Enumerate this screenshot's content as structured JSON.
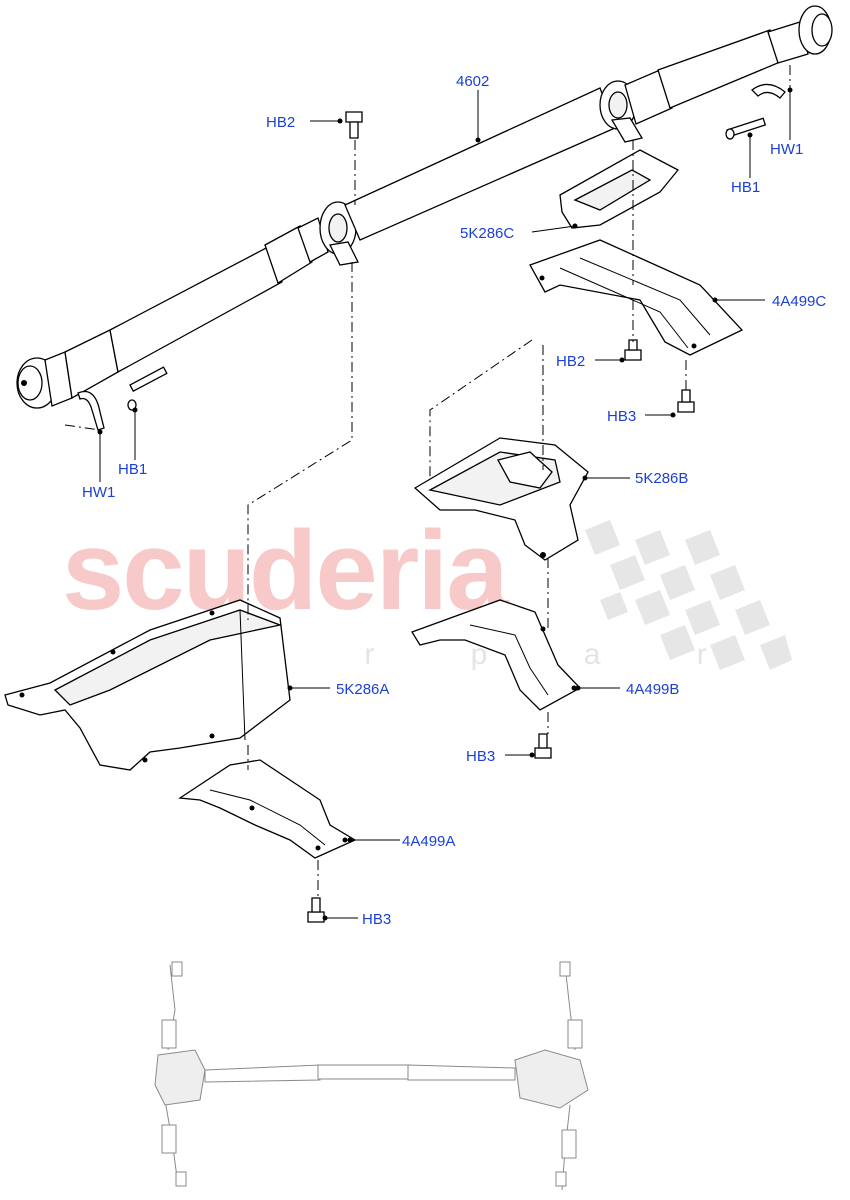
{
  "diagram": {
    "watermark": {
      "brand": "scuderia",
      "sub": "c a r p a r t s"
    },
    "callouts": [
      {
        "id": "4602",
        "text": "4602"
      },
      {
        "id": "hb2-top",
        "text": "HB2"
      },
      {
        "id": "hw1-right",
        "text": "HW1"
      },
      {
        "id": "hb1-right",
        "text": "HB1"
      },
      {
        "id": "5k286c",
        "text": "5K286C"
      },
      {
        "id": "4a499c",
        "text": "4A499C"
      },
      {
        "id": "hb2-mid",
        "text": "HB2"
      },
      {
        "id": "hb3-right",
        "text": "HB3"
      },
      {
        "id": "hb1-left",
        "text": "HB1"
      },
      {
        "id": "hw1-left",
        "text": "HW1"
      },
      {
        "id": "5k286b",
        "text": "5K286B"
      },
      {
        "id": "5k286a",
        "text": "5K286A"
      },
      {
        "id": "4a499b",
        "text": "4A499B"
      },
      {
        "id": "hb3-mid",
        "text": "HB3"
      },
      {
        "id": "4a499a",
        "text": "4A499A"
      },
      {
        "id": "hb3-bottom",
        "text": "HB3"
      }
    ]
  }
}
